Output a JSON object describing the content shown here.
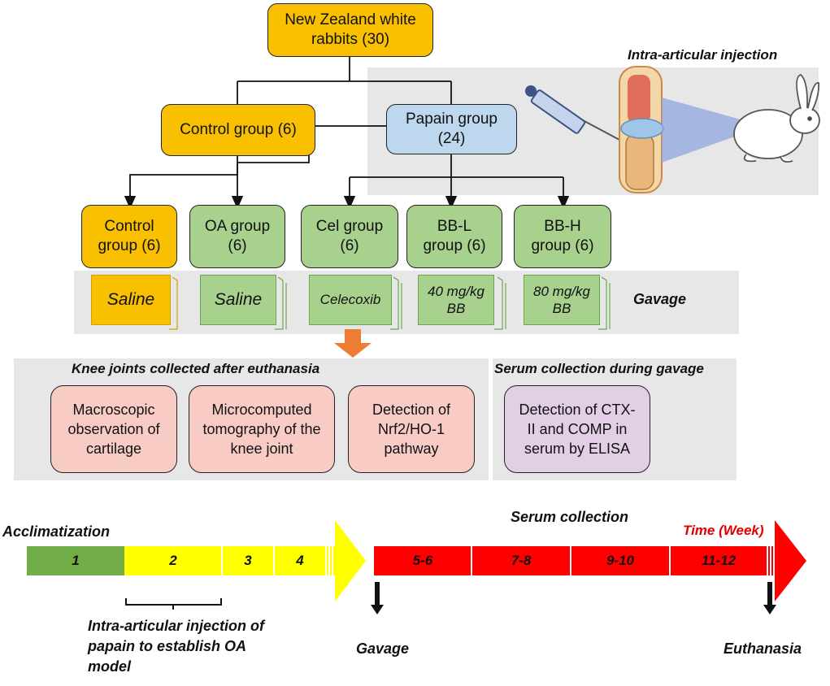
{
  "root": {
    "label": "New Zealand white rabbits (30)"
  },
  "groups": {
    "control": "Control group (6)",
    "papain": "Papain group (24)"
  },
  "subgroups": [
    {
      "label": "Control group (6)",
      "color": "#f9c000"
    },
    {
      "label": "OA group (6)",
      "color": "#a9d18e"
    },
    {
      "label": "Cel group (6)",
      "color": "#a9d18e"
    },
    {
      "label": "BB-L group (6)",
      "color": "#a9d18e"
    },
    {
      "label": "BB-H group (6)",
      "color": "#a9d18e"
    }
  ],
  "treatments": [
    "Saline",
    "Saline",
    "Celecoxib",
    "40 mg/kg BB",
    "80 mg/kg BB"
  ],
  "gavage_label": "Gavage",
  "injection_label": "Intra-articular injection",
  "knee_section": {
    "title": "Knee joints collected after euthanasia",
    "items": [
      "Macroscopic observation of cartilage",
      "Microcomputed tomography of the knee joint",
      "Detection of Nrf2/HO-1 pathway"
    ]
  },
  "serum_section": {
    "title": "Serum collection during gavage",
    "items": [
      "Detection of CTX-II and COMP in serum by ELISA"
    ]
  },
  "timeline": {
    "acclimatization": "Acclimatization",
    "serum_collection": "Serum collection",
    "time_label": "Time (Week)",
    "weeks": [
      "1",
      "2",
      "3",
      "4",
      "5-6",
      "7-8",
      "9-10",
      "11-12"
    ],
    "injection_note": "Intra-articular injection of papain to establish OA model",
    "gavage": "Gavage",
    "euthanasia": "Euthanasia",
    "colors": {
      "green": "#70ad47",
      "yellow": "#ffff00",
      "red": "#ff0000",
      "time": "#e00000"
    }
  }
}
